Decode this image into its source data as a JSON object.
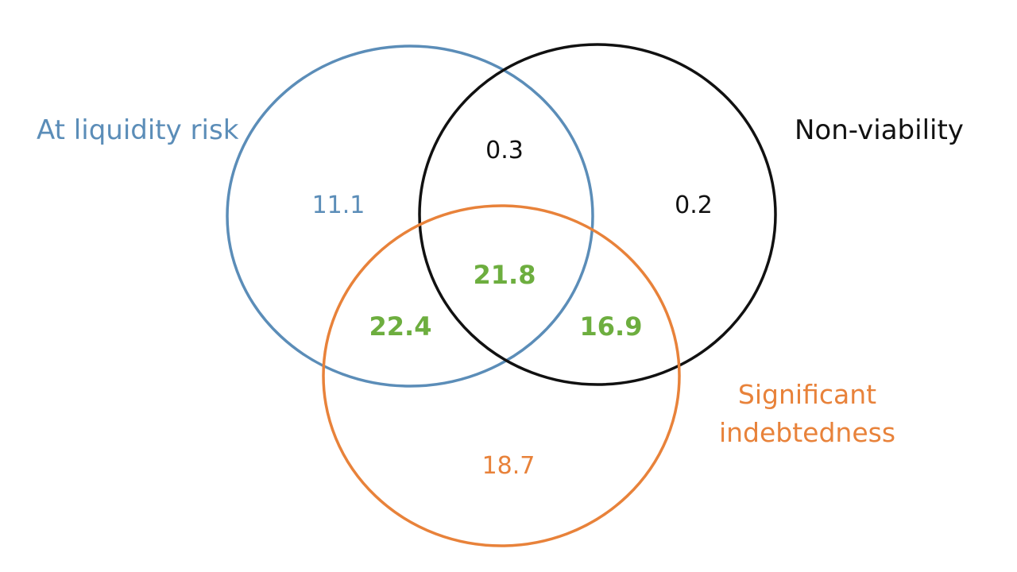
{
  "sets": {
    "liquidity": {
      "label": "At liquidity risk",
      "color": "#5B8DB8"
    },
    "viability": {
      "label": "Non-viability",
      "color": "#111111"
    },
    "indebtedness": {
      "label_line1": "Significant",
      "label_line2": "indebtedness",
      "color": "#E8823A"
    }
  },
  "regions": {
    "liquidity_only": {
      "value": "11.1",
      "color": "#5B8DB8"
    },
    "liquidity_viability": {
      "value": "0.3",
      "color": "#111111"
    },
    "viability_only": {
      "value": "0.2",
      "color": "#111111"
    },
    "all_three": {
      "value": "21.8",
      "color": "#6DAE3F"
    },
    "liquidity_indebtedness": {
      "value": "22.4",
      "color": "#6DAE3F"
    },
    "viability_indebtedness": {
      "value": "16.9",
      "color": "#6DAE3F"
    },
    "indebtedness_only": {
      "value": "18.7",
      "color": "#E8823A"
    }
  }
}
